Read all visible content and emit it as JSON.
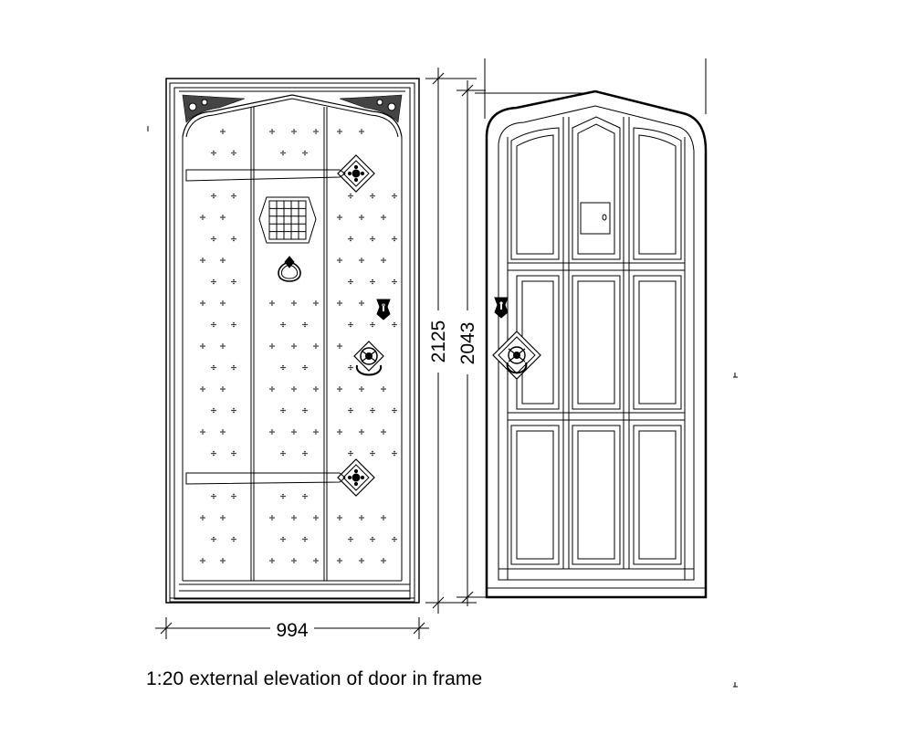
{
  "drawing": {
    "caption": "1:20 external elevation of door in frame",
    "scale": "1:20",
    "dimensions": {
      "width": "994",
      "overall_height": "2125",
      "door_height": "2043"
    },
    "line_color": "#000000",
    "background_color": "#ffffff",
    "views": [
      {
        "id": "external-elevation",
        "features": [
          "arched-head-frame",
          "carved-spandrels",
          "planked-leaf",
          "studded-nails",
          "strap-hinges",
          "speakeasy-grille",
          "ring-knocker",
          "keyhole-escutcheon",
          "ring-handle"
        ]
      },
      {
        "id": "panelled-elevation",
        "features": [
          "pointed-head",
          "nine-panels",
          "peephole-panel",
          "keyhole-escutcheon",
          "ring-handle"
        ]
      }
    ]
  }
}
